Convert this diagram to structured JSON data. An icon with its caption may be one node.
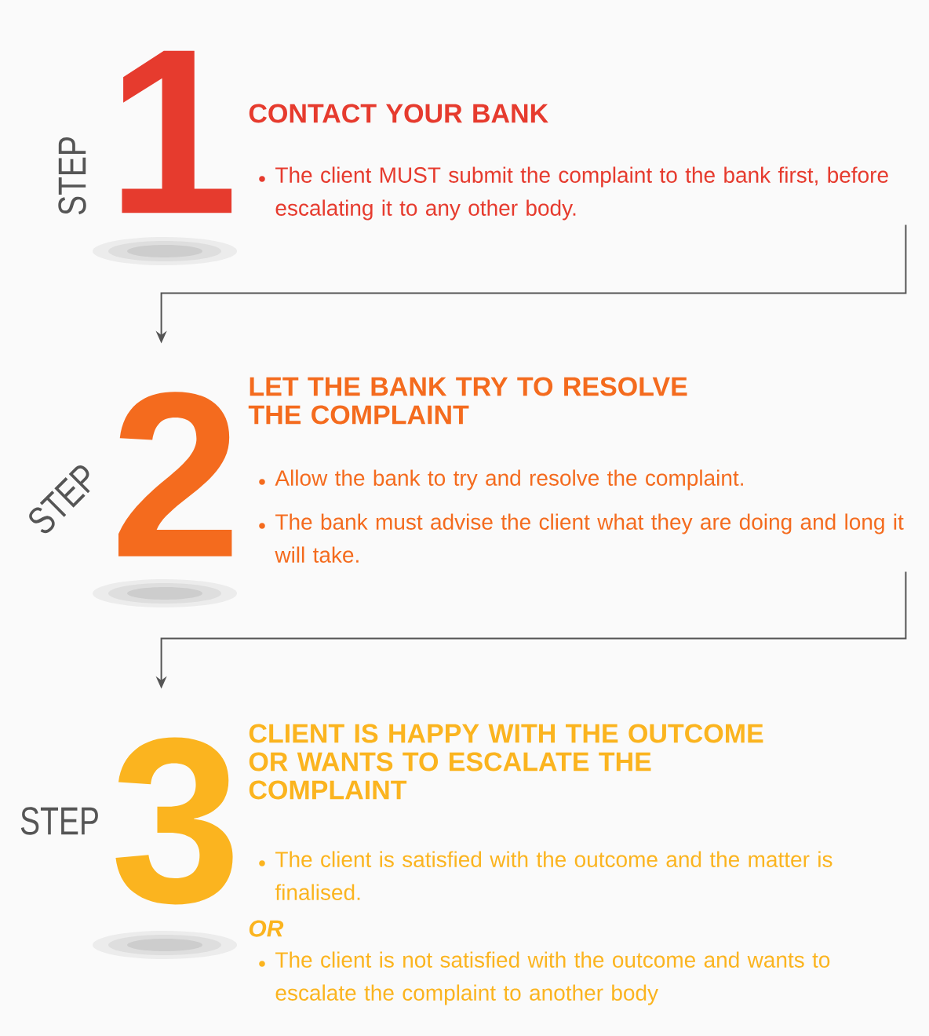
{
  "diagram": {
    "nodes": [
      {
        "text": [
          "STEP",
          "1",
          "CONTACT YOUR BANK",
          "The client MUST submit the complaint to the bank first, before escalating it to any other body."
        ]
      },
      {
        "text": [
          "STEP",
          "2",
          "LET THE BANK TRY TO RESOLVE THE COMPLAINT",
          "Allow the bank to try and resolve the complaint.",
          "The bank must advise the client what they are doing and long it will take."
        ]
      },
      {
        "text": [
          "STEP",
          "3",
          "CLIENT IS HAPPY WITH THE OUTCOME OR WANTS TO ESCALATE THE COMPLAINT",
          "The client is satisfied with the outcome and the matter is finalised.",
          "OR",
          "The client is not satisfied with the outcome and wants to escalate the complaint to another body"
        ]
      }
    ],
    "edges": [
      {
        "from": 0,
        "to": 1,
        "arrow": "to"
      },
      {
        "from": 1,
        "to": 2,
        "arrow": "to"
      }
    ]
  }
}
